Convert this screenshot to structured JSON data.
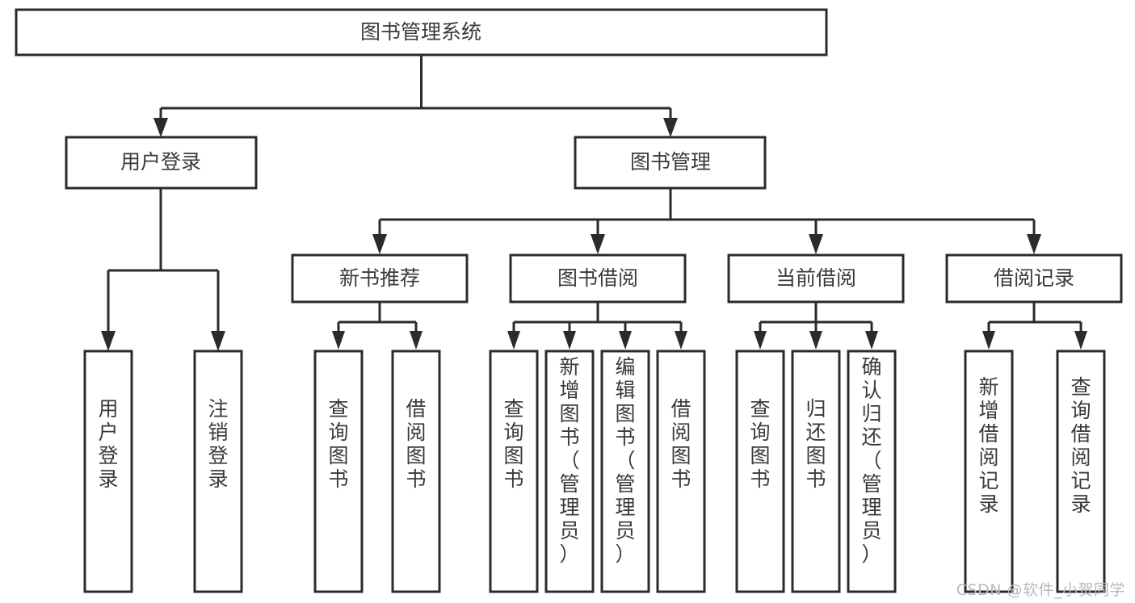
{
  "diagram": {
    "title": "图书管理系统",
    "type": "tree",
    "orientation": "top-down",
    "colors": {
      "box_fill": "#ffffff",
      "box_stroke": "#2b2b2b",
      "text": "#3a3a3a",
      "background": "#ffffff",
      "watermark": "#b9b9b9"
    },
    "root": {
      "id": "root",
      "label": "图书管理系统",
      "orientation": "horizontal"
    },
    "level2": [
      {
        "id": "user-login",
        "label": "用户登录",
        "orientation": "horizontal"
      },
      {
        "id": "book-manage",
        "label": "图书管理",
        "orientation": "horizontal"
      }
    ],
    "level3": [
      {
        "id": "new-book-recommend",
        "label": "新书推荐",
        "parent": "book-manage",
        "orientation": "horizontal"
      },
      {
        "id": "book-borrow",
        "label": "图书借阅",
        "parent": "book-manage",
        "orientation": "horizontal"
      },
      {
        "id": "current-borrow",
        "label": "当前借阅",
        "parent": "book-manage",
        "orientation": "horizontal"
      },
      {
        "id": "borrow-record",
        "label": "借阅记录",
        "parent": "book-manage",
        "orientation": "horizontal"
      }
    ],
    "leaves": [
      {
        "id": "leaf-user-login",
        "label": "用户登录",
        "parent": "user-login",
        "orientation": "vertical"
      },
      {
        "id": "leaf-logout",
        "label": "注销登录",
        "parent": "user-login",
        "orientation": "vertical"
      },
      {
        "id": "leaf-query-book-1",
        "label": "查询图书",
        "parent": "new-book-recommend",
        "orientation": "vertical"
      },
      {
        "id": "leaf-borrow-book-1",
        "label": "借阅图书",
        "parent": "new-book-recommend",
        "orientation": "vertical"
      },
      {
        "id": "leaf-query-book-2",
        "label": "查询图书",
        "parent": "book-borrow",
        "orientation": "vertical"
      },
      {
        "id": "leaf-add-book",
        "label": "新增图书（管理员）",
        "parent": "book-borrow",
        "orientation": "vertical"
      },
      {
        "id": "leaf-edit-book",
        "label": "编辑图书（管理员）",
        "parent": "book-borrow",
        "orientation": "vertical"
      },
      {
        "id": "leaf-borrow-book-2",
        "label": "借阅图书",
        "parent": "book-borrow",
        "orientation": "vertical"
      },
      {
        "id": "leaf-query-book-3",
        "label": "查询图书",
        "parent": "current-borrow",
        "orientation": "vertical"
      },
      {
        "id": "leaf-return-book",
        "label": "归还图书",
        "parent": "current-borrow",
        "orientation": "vertical"
      },
      {
        "id": "leaf-confirm-return",
        "label": "确认归还（管理员）",
        "parent": "current-borrow",
        "orientation": "vertical"
      },
      {
        "id": "leaf-add-record",
        "label": "新增借阅记录",
        "parent": "borrow-record",
        "orientation": "vertical"
      },
      {
        "id": "leaf-query-record",
        "label": "查询借阅记录",
        "parent": "borrow-record",
        "orientation": "vertical"
      }
    ],
    "watermark": "CSDN @软件_小贺同学"
  }
}
